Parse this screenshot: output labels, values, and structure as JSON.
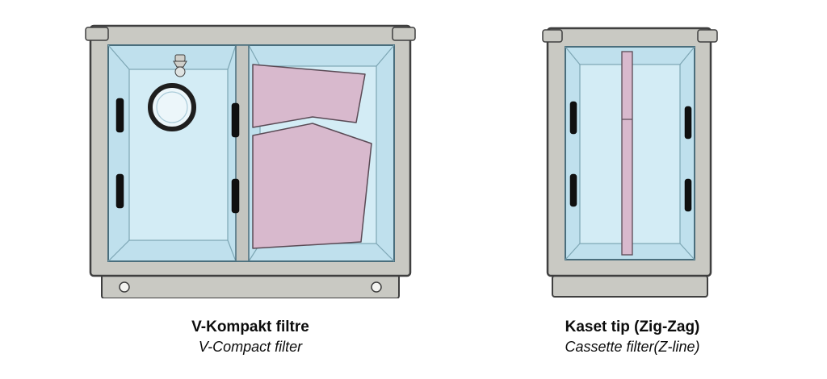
{
  "page": {
    "background": "#ffffff"
  },
  "colors": {
    "frame": "#c9c9c3",
    "frame_stroke": "#3f3f3f",
    "interior": "#bfe0ed",
    "interior_inner": "#d3ecf5",
    "interior_stroke": "#4a6e7d",
    "perspective_line": "#7da6b4",
    "divider": "#c3c5c0",
    "filter": "#d8b9cd",
    "filter_stroke": "#5a4a55",
    "handle": "#101010",
    "port_ring": "#1e1e1e",
    "port_fill": "#ecf6fa",
    "bolt": "#f4f4f1"
  },
  "figures": {
    "v_compact": {
      "title_primary": "V-Kompakt filtre",
      "title_secondary": "V-Compact filter"
    },
    "cassette": {
      "title_primary": "Kaset tip (Zig-Zag)",
      "title_secondary": "Cassette filter(Z-line)"
    }
  }
}
